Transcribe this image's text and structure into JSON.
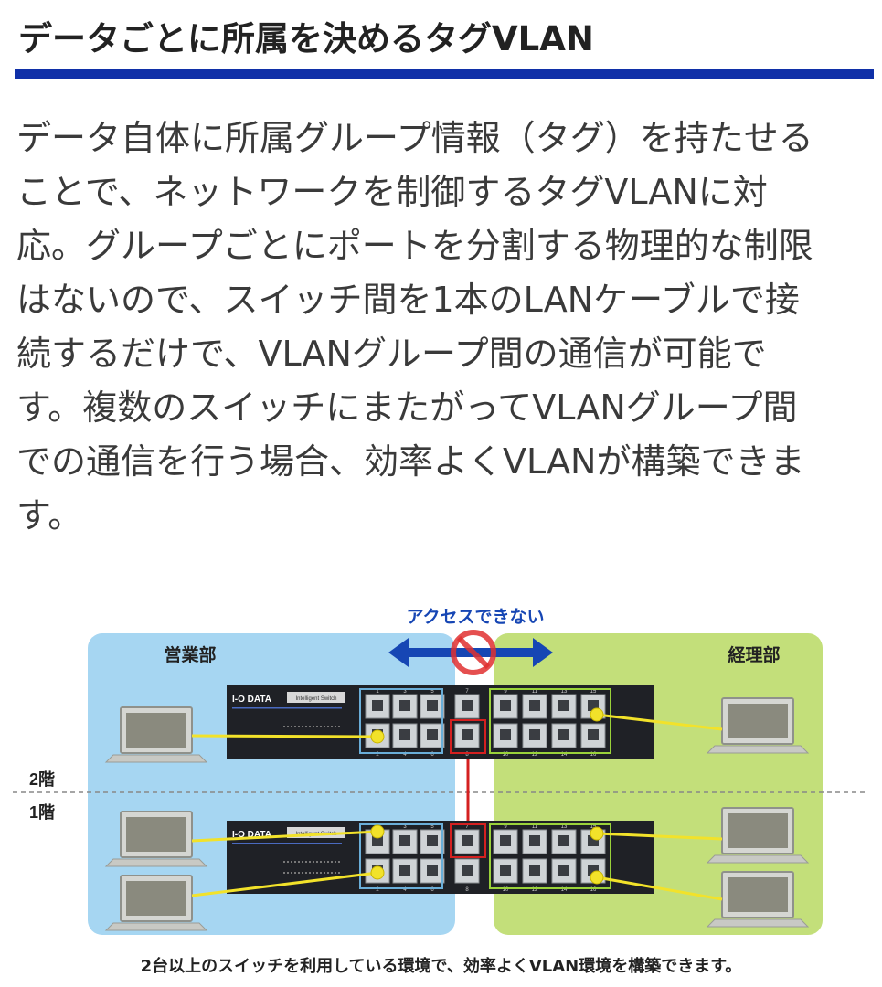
{
  "article": {
    "heading": "データごとに所属を決めるタグVLAN",
    "body_lines": [
      "データ自体に所属グループ情報（タグ）を持たせる",
      "ことで、ネットワークを制御するタグVLANに対",
      "応。グループごとにポートを分割する物理的な制限",
      "はないので、スイッチ間を1本のLANケーブルで接",
      "続するだけで、VLANグループ間の通信が可能で",
      "す。複数のスイッチにまたがってVLANグループ間",
      "での通信を行う場合、効率よくVLANが構築できま",
      "す。"
    ]
  },
  "diagram": {
    "no_access_label": "アクセスできない",
    "group_left": "営業部",
    "group_right": "経理部",
    "floor_upper": "2階",
    "floor_lower": "1階",
    "switch_brand": "I-O DATA",
    "switch_badge": "Intelligent Switch",
    "port_numbers_top": [
      "1",
      "3",
      "5",
      "7",
      "9",
      "11",
      "13",
      "15"
    ],
    "port_numbers_bottom": [
      "2",
      "4",
      "6",
      "8",
      "10",
      "12",
      "14",
      "16"
    ],
    "colors": {
      "sales_area": "#a6d6f2",
      "accounting_area": "#c3df7a",
      "heading_rule": "#1030a8",
      "arrow": "#1646b4",
      "trunk_cable": "#d42020",
      "access_cable": "#f2e22a",
      "switch_body": "#1f2126"
    },
    "caption": "2台以上のスイッチを利用している環境で、効率よくVLAN環境を構築できます。"
  }
}
